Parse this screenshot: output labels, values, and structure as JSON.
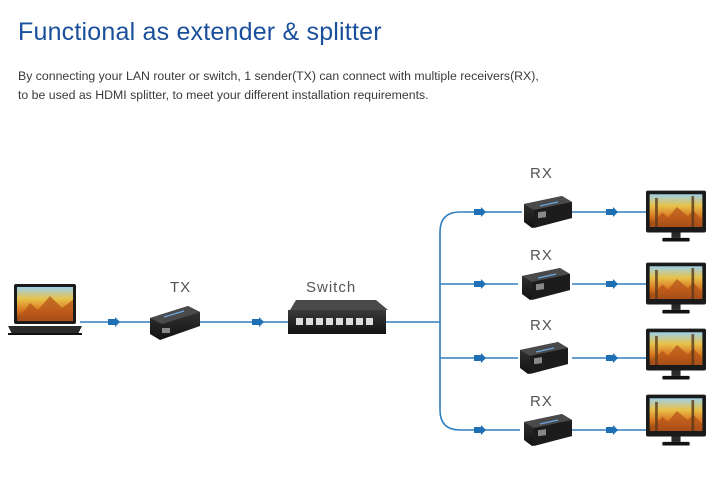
{
  "header": {
    "title": "Functional as extender & splitter",
    "description_line1": "By connecting your LAN router or switch, 1 sender(TX) can connect with multiple receivers(RX),",
    "description_line2": "to be used as HDMI splitter, to meet your different installation requirements."
  },
  "diagram": {
    "tx_label": "TX",
    "switch_label": "Switch",
    "rx_label": "RX",
    "colors": {
      "title": "#1a4f9c",
      "cable": "#2e7fc0",
      "arrow": "#1f6fb5",
      "device": "#1c1c1c"
    }
  }
}
